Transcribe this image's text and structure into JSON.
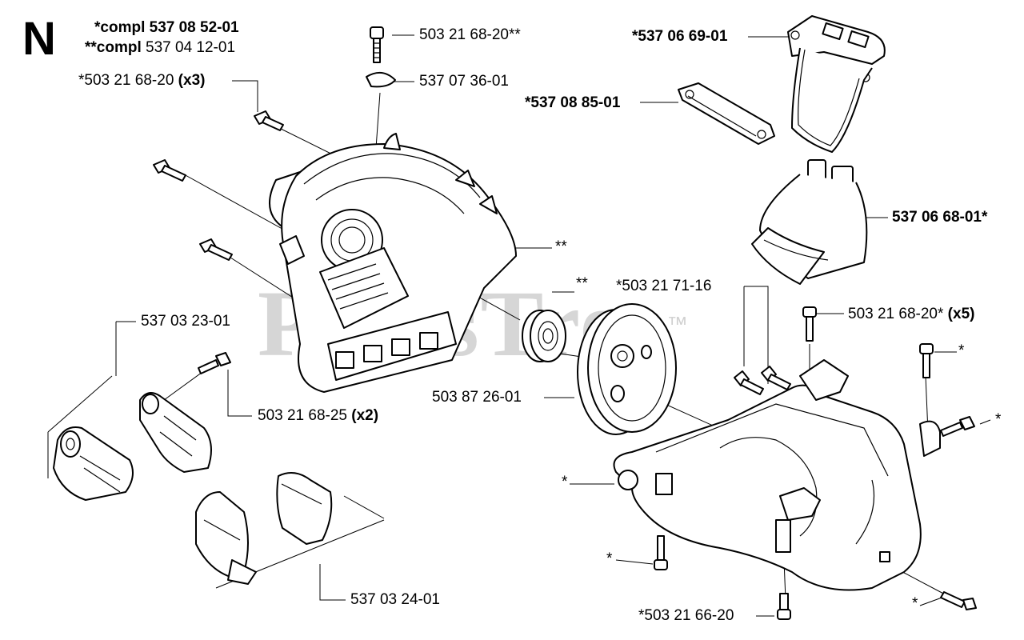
{
  "section_letter": "N",
  "kit_notes": {
    "compl_single_prefix": "*compl",
    "compl_single_number": "537 08 52-01",
    "compl_double_prefix": "**compl",
    "compl_double_number": "537 04 12-01"
  },
  "watermark": {
    "text": "PartsTree",
    "tm": "™"
  },
  "callouts": [
    {
      "id": "screw-top",
      "part_number": "503 21 68-20**",
      "qty": ""
    },
    {
      "id": "screw-cover",
      "part_number": "*503 21 68-20",
      "qty": "(x3)"
    },
    {
      "id": "circlip",
      "part_number": "537 07 36-01",
      "qty": ""
    },
    {
      "id": "gasket-frame",
      "part_number": "*537 06 69-01",
      "qty": ""
    },
    {
      "id": "gasket-plate",
      "part_number": "*537 08 85-01",
      "qty": ""
    },
    {
      "id": "insulator",
      "part_number": "537 06 68-01*",
      "qty": ""
    },
    {
      "id": "housing-mark",
      "part_number": "**",
      "qty": ""
    },
    {
      "id": "bearing-mark",
      "part_number": "**",
      "qty": ""
    },
    {
      "id": "screw-pair",
      "part_number": "*503 21 71-16",
      "qty": ""
    },
    {
      "id": "screw-x5",
      "part_number": "503 21 68-20*",
      "qty": "(x5)"
    },
    {
      "id": "clamp-assy",
      "part_number": "537 03 23-01",
      "qty": ""
    },
    {
      "id": "screw-x2",
      "part_number": "503 21 68-25",
      "qty": "(x2)"
    },
    {
      "id": "clutch-drum",
      "part_number": "503 87 26-01",
      "qty": ""
    },
    {
      "id": "crankcase-mark",
      "part_number": "*",
      "qty": ""
    },
    {
      "id": "side-screw-mark",
      "part_number": "*",
      "qty": ""
    },
    {
      "id": "top-screw-mark",
      "part_number": "*",
      "qty": ""
    },
    {
      "id": "low-screw-mark",
      "part_number": "*",
      "qty": ""
    },
    {
      "id": "bottom-right-mark",
      "part_number": "*",
      "qty": ""
    },
    {
      "id": "screw-bottom",
      "part_number": "*503 21 66-20",
      "qty": ""
    },
    {
      "id": "liner",
      "part_number": "537 03 24-01",
      "qty": ""
    }
  ]
}
